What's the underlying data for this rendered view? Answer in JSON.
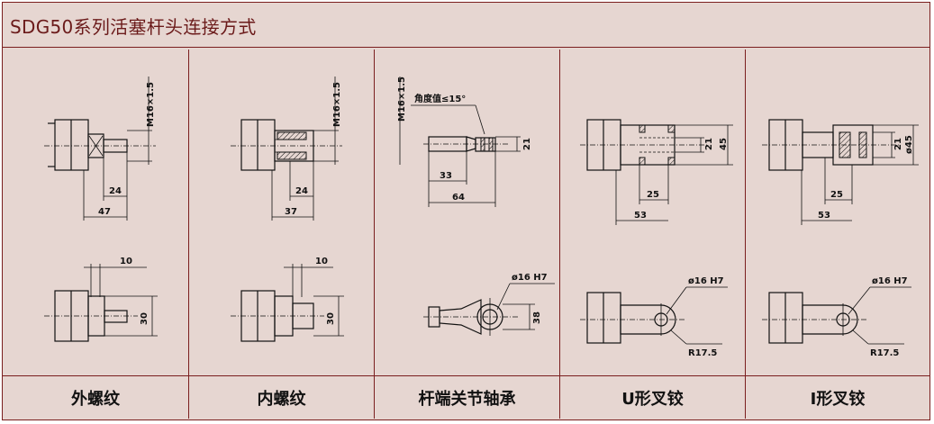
{
  "title": "SDG50系列活塞杆头连接方式",
  "columns": [
    {
      "label": "外螺纹",
      "thread": "M16×1.5",
      "dims": [
        "24",
        "47",
        "10",
        "30"
      ]
    },
    {
      "label": "内螺纹",
      "thread": "M16×1.5",
      "dims": [
        "24",
        "37",
        "10",
        "30"
      ]
    },
    {
      "label": "杆端关节轴承",
      "thread": "M16×1.5",
      "angle_note": "角度值≤15°",
      "dims": [
        "21",
        "33",
        "64",
        "ø16 H7",
        "38"
      ]
    },
    {
      "label": "U形叉铰",
      "dims": [
        "21",
        "45",
        "25",
        "53",
        "ø16 H7",
        "R17.5"
      ]
    },
    {
      "label": "I形叉铰",
      "dims": [
        "21",
        "ø45",
        "25",
        "53",
        "ø16 H7",
        "R17.5"
      ]
    }
  ]
}
